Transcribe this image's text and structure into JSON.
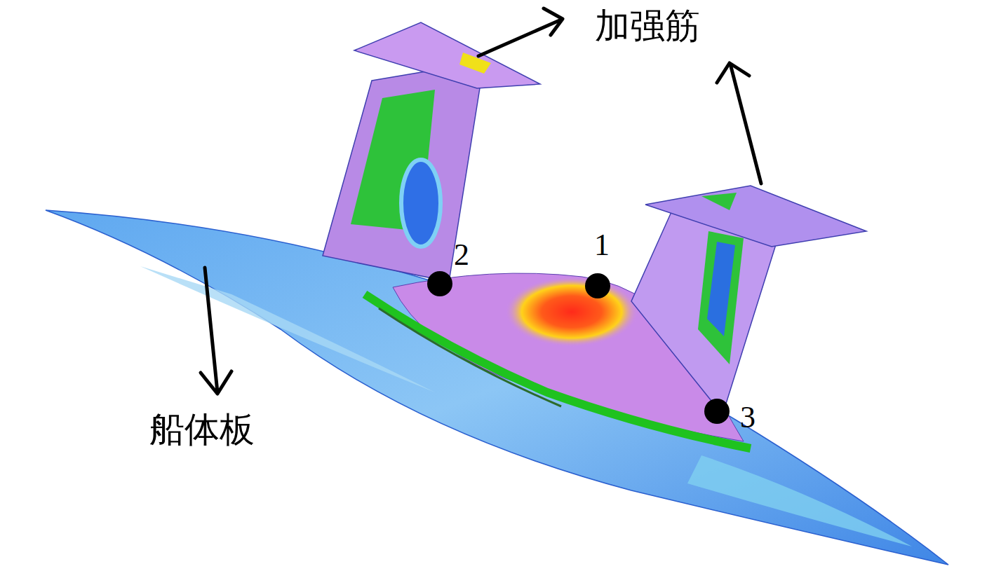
{
  "diagram": {
    "labels": [
      "加强筋",
      "船体板",
      "1",
      "2",
      "3"
    ]
  }
}
